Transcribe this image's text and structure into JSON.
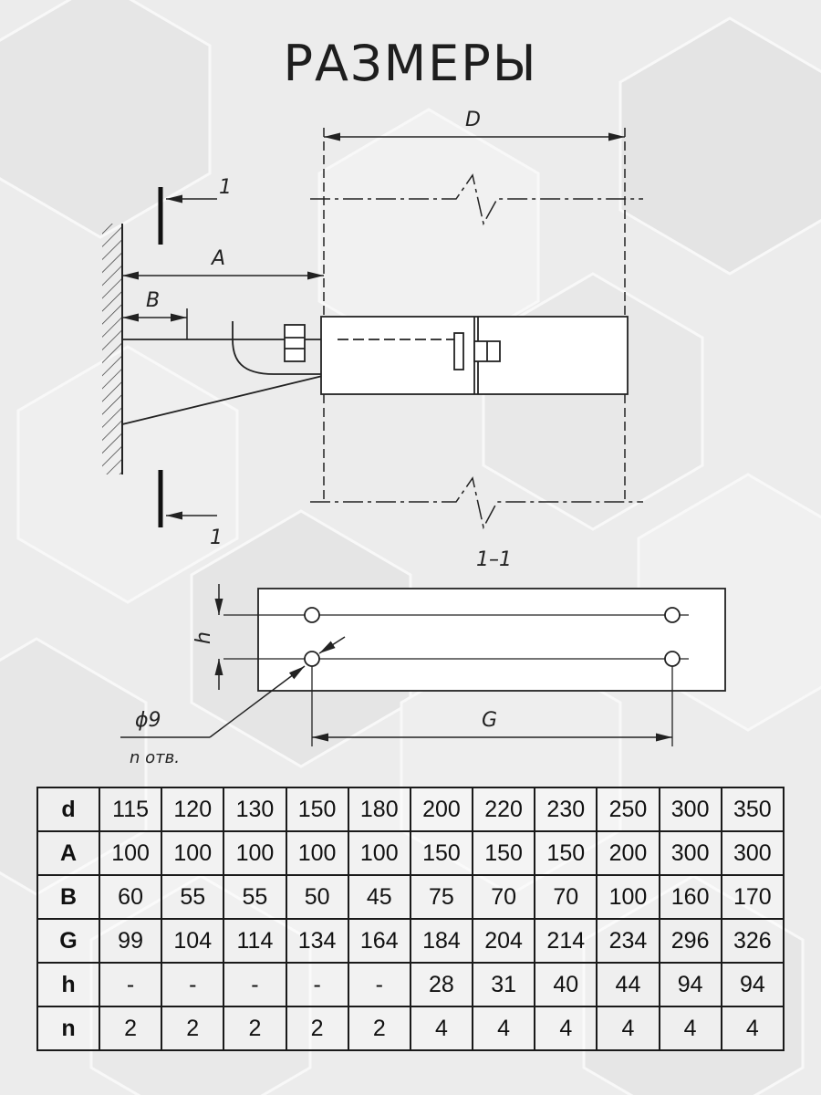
{
  "title": "РАЗМЕРЫ",
  "drawing": {
    "label_D": "D",
    "label_A": "A",
    "label_B": "B",
    "label_section_top": "1",
    "label_section_bottom": "1",
    "label_section_view": "1–1",
    "label_h": "h",
    "label_hole_diameter": "ϕ9",
    "label_holes_count": "n отв.",
    "label_G": "G"
  },
  "table": {
    "rows": [
      {
        "header": "d",
        "values": [
          "115",
          "120",
          "130",
          "150",
          "180",
          "200",
          "220",
          "230",
          "250",
          "300",
          "350"
        ]
      },
      {
        "header": "A",
        "values": [
          "100",
          "100",
          "100",
          "100",
          "100",
          "150",
          "150",
          "150",
          "200",
          "300",
          "300"
        ]
      },
      {
        "header": "B",
        "values": [
          "60",
          "55",
          "55",
          "50",
          "45",
          "75",
          "70",
          "70",
          "100",
          "160",
          "170"
        ]
      },
      {
        "header": "G",
        "values": [
          "99",
          "104",
          "114",
          "134",
          "164",
          "184",
          "204",
          "214",
          "234",
          "296",
          "326"
        ]
      },
      {
        "header": "h",
        "values": [
          "-",
          "-",
          "-",
          "-",
          "-",
          "28",
          "31",
          "40",
          "44",
          "94",
          "94"
        ]
      },
      {
        "header": "n",
        "values": [
          "2",
          "2",
          "2",
          "2",
          "2",
          "4",
          "4",
          "4",
          "4",
          "4",
          "4"
        ]
      }
    ]
  }
}
